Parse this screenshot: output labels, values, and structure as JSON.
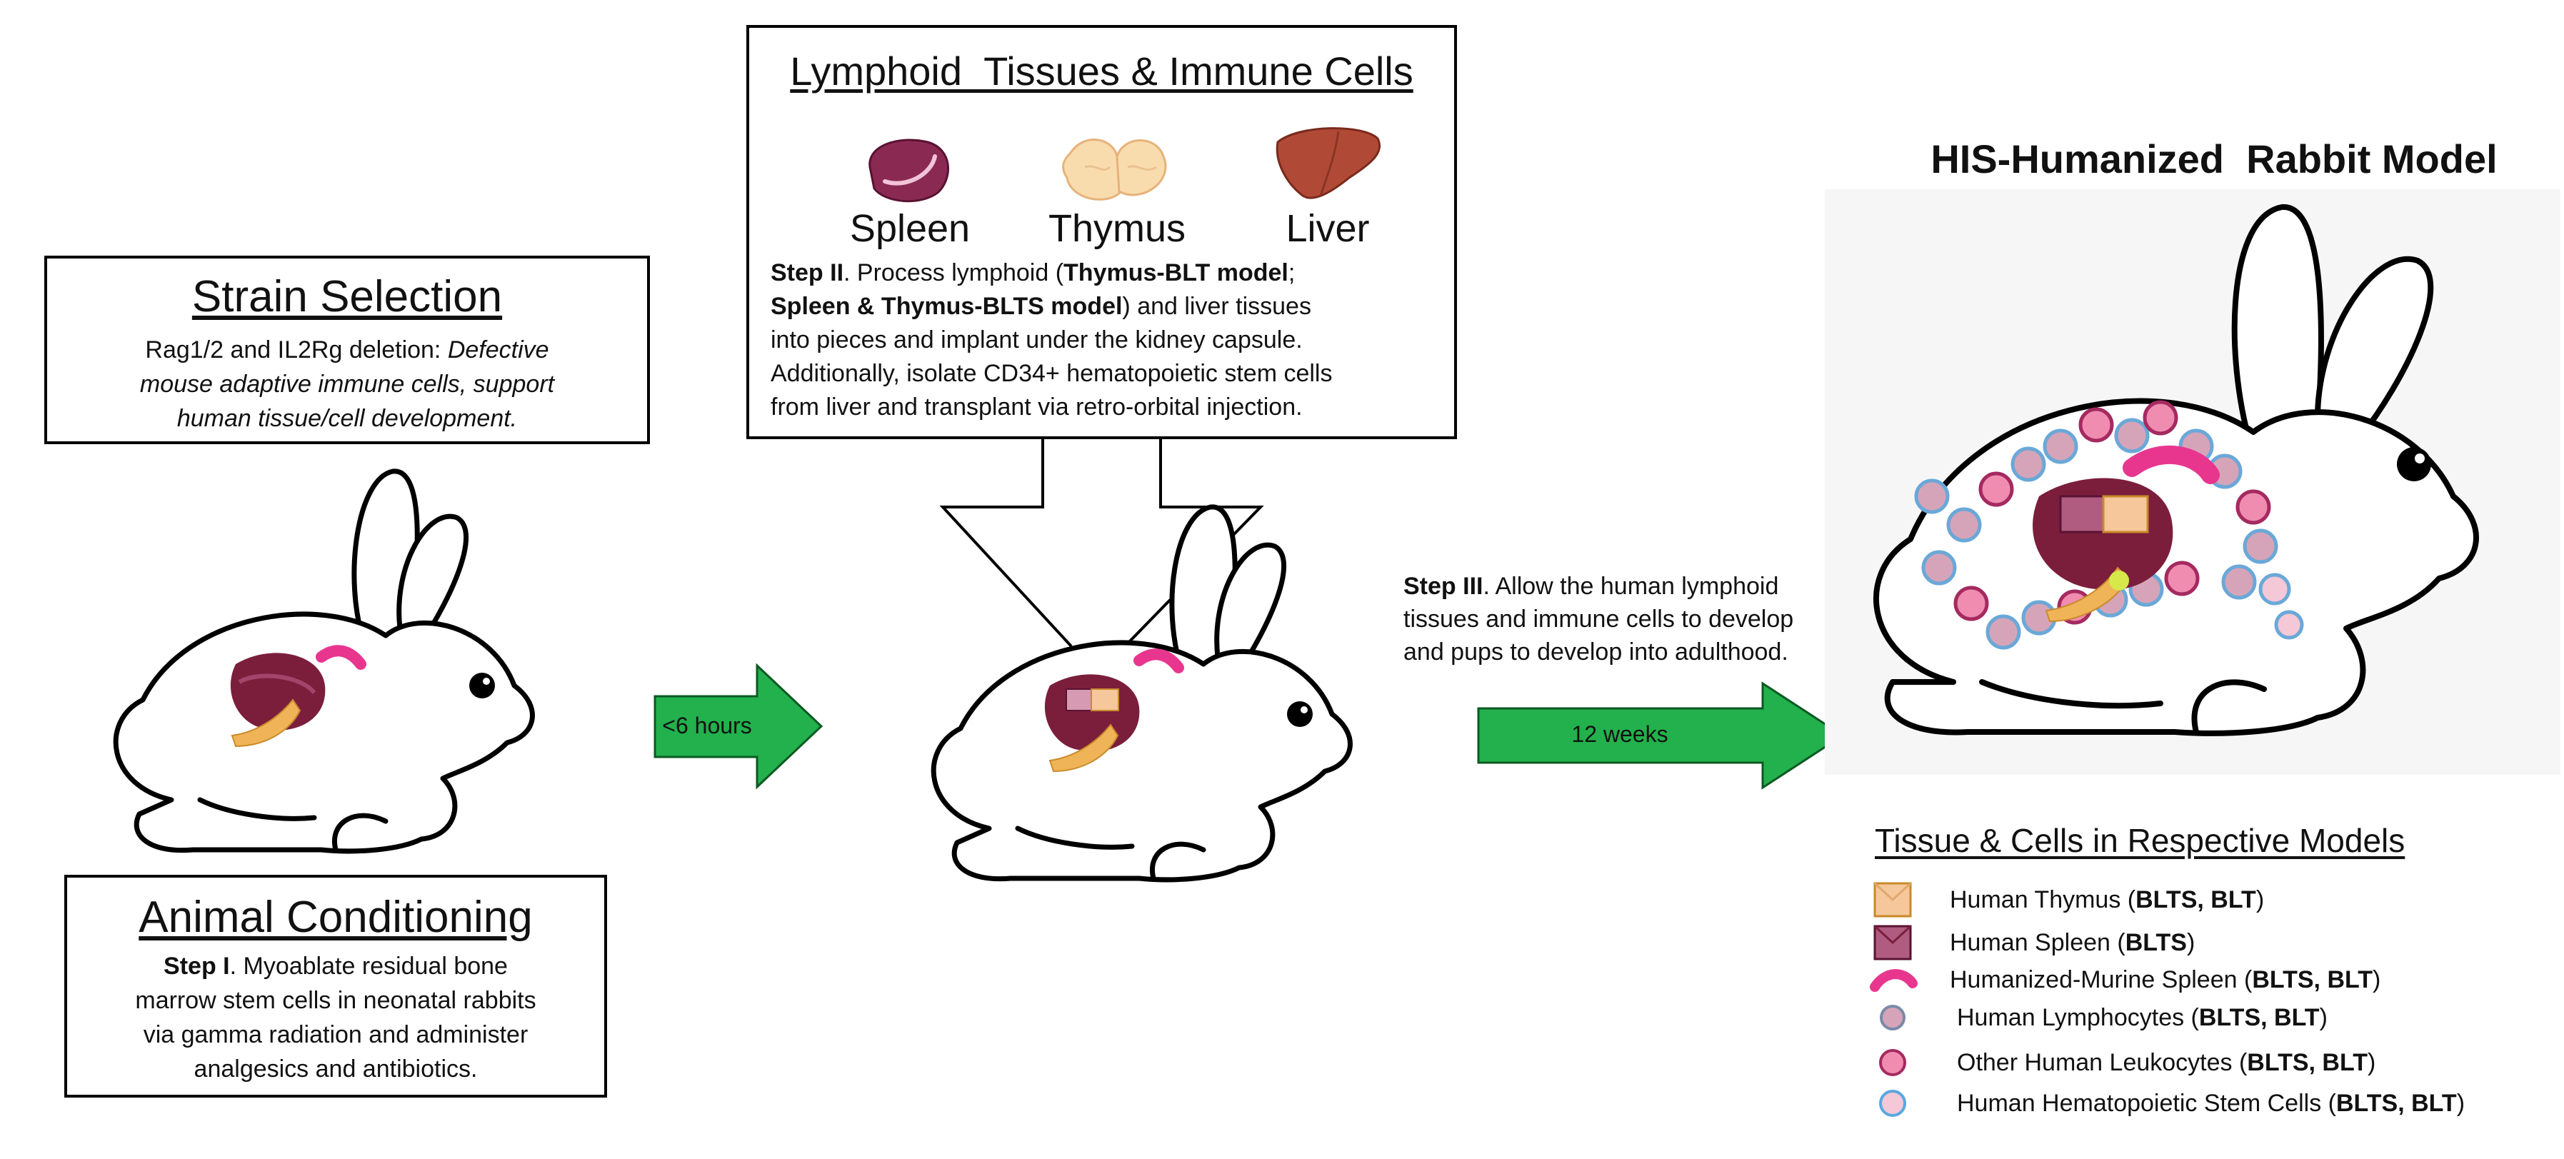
{
  "strain": {
    "title": "Strain Selection",
    "line1": "Rag1/2 and IL2Rg deletion: ",
    "line1_italic": "Defective",
    "line2": "mouse adaptive immune cells, support",
    "line3": "human tissue/cell development."
  },
  "conditioning": {
    "title": "Animal Conditioning",
    "step_label": "Step I",
    "text1": ". Myoablate residual bone",
    "text2": "marrow stem cells in neonatal rabbits",
    "text3": "via gamma radiation and administer",
    "text4": "analgesics and antibiotics."
  },
  "lymphoid": {
    "title": "Lymphoid  Tissues & Immune Cells",
    "organs": [
      "Spleen",
      "Thymus",
      "Liver"
    ],
    "step_label": "Step II",
    "t1": ". Process lymphoid (",
    "t1b": "Thymus-BLT model",
    "t1c": ";",
    "t2b": "Spleen & Thymus-BLTS model",
    "t2c": ") and liver tissues",
    "t3": "into pieces and implant under the kidney capsule.",
    "t4": "Additionally,  isolate CD34+ hematopoietic stem cells",
    "t5": "from liver and transplant  via retro-orbital injection."
  },
  "arrows": {
    "first": "<6 hours",
    "second": "12 weeks"
  },
  "step3": {
    "label": "Step III",
    "t1": ". Allow the human  lymphoid",
    "t2": "tissues and immune cells to develop",
    "t3": "and pups to develop into adulthood."
  },
  "model": {
    "title": "HIS-Humanized  Rabbit Model"
  },
  "legend": {
    "title": "Tissue & Cells in Respective Models",
    "items": [
      {
        "name": "Human Thymus (",
        "bold": "BLTS, BLT",
        "end": ")"
      },
      {
        "name": "Human Spleen (",
        "bold": "BLTS",
        "end": ")"
      },
      {
        "name": "Humanized-Murine Spleen (",
        "bold": "BLTS, BLT",
        "end": ")"
      },
      {
        "name": "Human Lymphocytes (",
        "bold": "BLTS, BLT",
        "end": ")"
      },
      {
        "name": "Other Human Leukocytes (",
        "bold": "BLTS, BLT",
        "end": ")"
      },
      {
        "name": "Human Hematopoietic Stem Cells (",
        "bold": "BLTS, BLT",
        "end": ")"
      }
    ]
  },
  "colors": {
    "arrow_green": "#22b14c",
    "spleen_dark": "#7b1e3c",
    "murine_spleen": "#e8368f",
    "thymus": "#f5c79a",
    "liver": "#b44a3a"
  }
}
